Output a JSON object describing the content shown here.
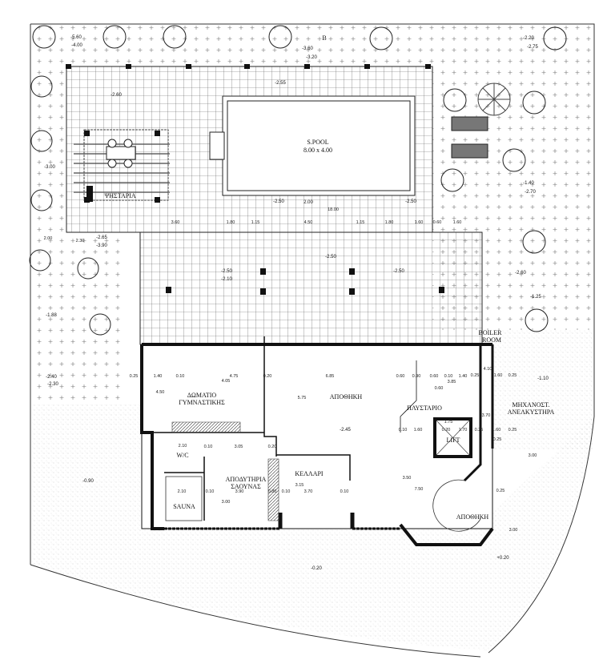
{
  "section_mark": "B",
  "rooms": {
    "pool": "S.POOL",
    "pool_size": "8.00 x 4.00",
    "grill": "ΨΗΣΤΑΡΙΑ",
    "gym_1": "ΔΩΜΑΤΙΟ",
    "gym_2": "ΓΥΜΝΑΣΤΙΚΗΣ",
    "storage": "ΑΠΟΘΗΚΗ",
    "laundry": "ΠΛΥΣΤΑΡΙΟ",
    "boiler_1": "BOILER",
    "boiler_2": "ROOM",
    "lift_machine_1": "ΜΗΧΑΝΟΣΤ.",
    "lift_machine_2": "ΑΝΕΛΚΥΣΤΗΡΑ",
    "lift": "LIFT",
    "wc": "W/C",
    "sauna_changing_1": "ΑΠΟΔΥΤΗΡΙΑ",
    "sauna_changing_2": "ΣΑΟΥΝΑΣ",
    "sauna": "SAUNA",
    "cellar": "ΚΕΛΛΑΡΙ",
    "stair_storage": "ΑΠΟΘΗΚΗ"
  },
  "levels": [
    "-5.60",
    "-4.00",
    "-3.60",
    "-3.20",
    "-2.20",
    "-2.75",
    "-2.60",
    "-2.55",
    "-3.00",
    "-2.50",
    "-2.50",
    "-2.50",
    "-1.40",
    "-2.70",
    "-2.65",
    "-3.90",
    "-2.50",
    "-2.10",
    "-2.50",
    "-2.60",
    "-1.25",
    "-1.88",
    "-2.40",
    "-2.30",
    "-1.10",
    "-0.90",
    "-0.20",
    "+0.20",
    "-2.45",
    "2.00"
  ],
  "dimensions": [
    "3.60",
    "1.80",
    "1.15",
    "4.50",
    "1.15",
    "1.80",
    "1.60",
    "0.60",
    "1.60",
    "18.00",
    "2.00",
    "2.30",
    "0.25",
    "1.40",
    "0.10",
    "4.75",
    "0.20",
    "6.85",
    "0.60",
    "0.90",
    "0.60",
    "0.10",
    "1.40",
    "0.60",
    "0.25",
    "1.60",
    "0.25",
    "4.50",
    "4.05",
    "5.75",
    "3.85",
    "0.10",
    "1.60",
    "0.20",
    "1.70",
    "0.25",
    "1.60",
    "0.25",
    "2.10",
    "0.10",
    "3.05",
    "0.20",
    "2.10",
    "0.10",
    "3.90",
    "0.80",
    "0.10",
    "3.70",
    "0.10",
    "7.50",
    "0.25",
    "3.00",
    "3.15",
    "3.50",
    "3.00",
    "3.00",
    "1.75",
    "4.10",
    "3.70",
    "0.25"
  ]
}
